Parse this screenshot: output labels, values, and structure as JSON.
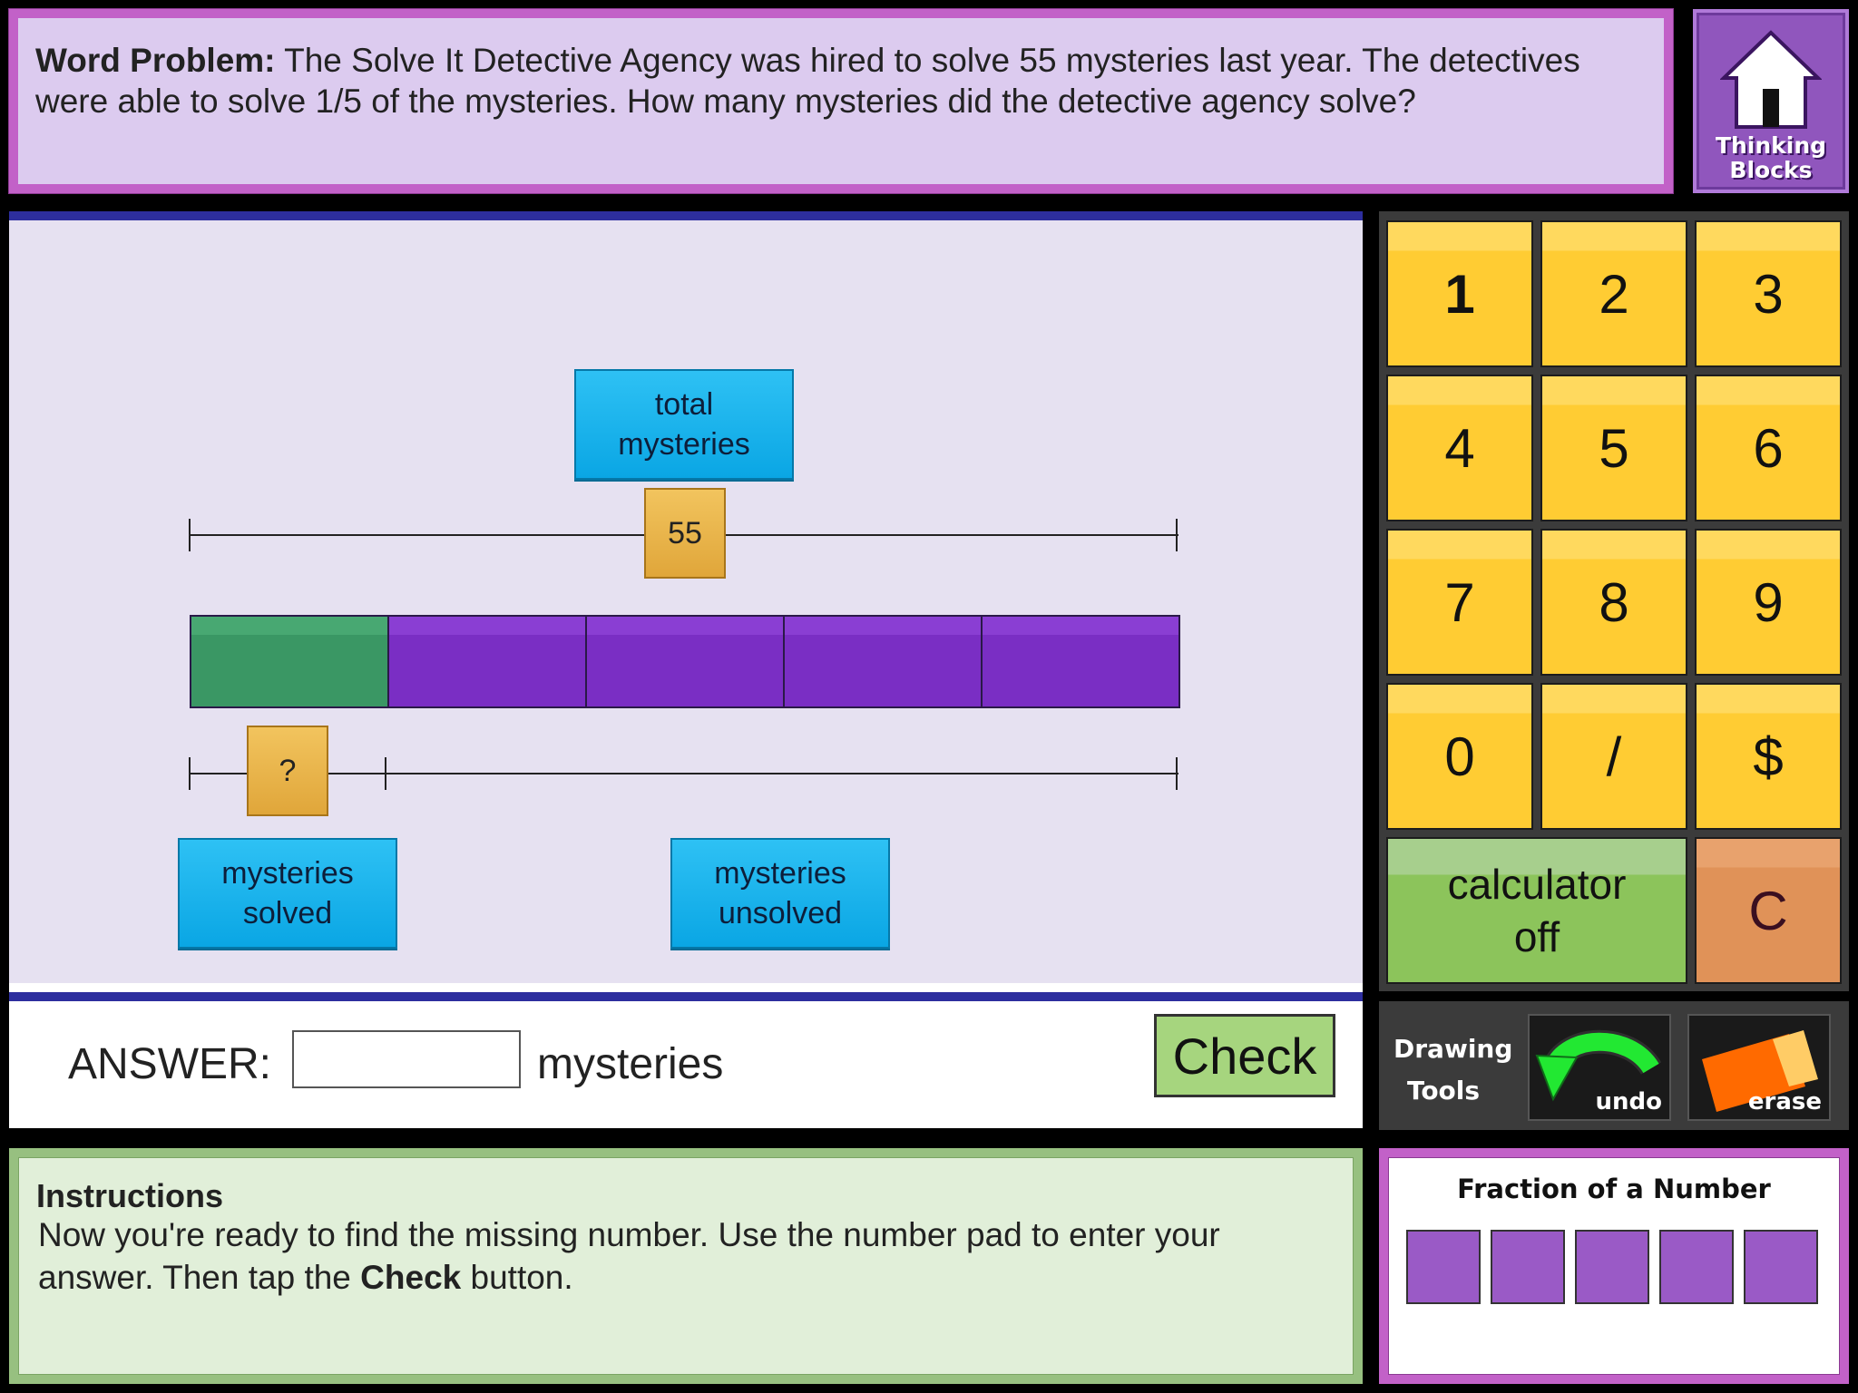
{
  "problem": {
    "heading": "Word Problem:",
    "text": " The Solve It Detective Agency was hired to solve 55 mysteries last year. The detectives were able to solve 1/5 of the mysteries. How many mysteries did the detective agency solve?"
  },
  "home": {
    "label_line1": "Thinking",
    "label_line2": "Blocks",
    "icon": "house-icon"
  },
  "model": {
    "total_label_line1": "total",
    "total_label_line2": "mysteries",
    "total_value": "55",
    "unknown_value": "?",
    "part_label_left_line1": "mysteries",
    "part_label_left_line2": "solved",
    "part_label_right_line1": "mysteries",
    "part_label_right_line2": "unsolved",
    "segments": 5,
    "shaded_segments": 1,
    "colors": {
      "shaded": "#3a9764",
      "unshaded": "#7a2ec4",
      "label": "#0aa6e4",
      "value_box": "#e0a63a"
    }
  },
  "answer": {
    "label": "ANSWER:",
    "value": "",
    "unit": "mysteries",
    "check_label": "Check"
  },
  "keypad": {
    "keys": [
      "1",
      "2",
      "3",
      "4",
      "5",
      "6",
      "7",
      "8",
      "9",
      "0",
      "/",
      "$"
    ],
    "calculator_line1": "calculator",
    "calculator_line2": "off",
    "clear_label": "C"
  },
  "tools": {
    "title_line1": "Drawing",
    "title_line2": "Tools",
    "undo_label": "undo",
    "erase_label": "erase",
    "undo_icon": "undo-arrow-icon",
    "erase_icon": "eraser-icon"
  },
  "instructions": {
    "title": "Instructions",
    "text_before": "Now you're ready to find the missing number. Use the number pad to enter your answer. Then tap the ",
    "text_bold": "Check",
    "text_after": " button."
  },
  "topic": {
    "title": "Fraction of a Number",
    "blocks": 5
  }
}
